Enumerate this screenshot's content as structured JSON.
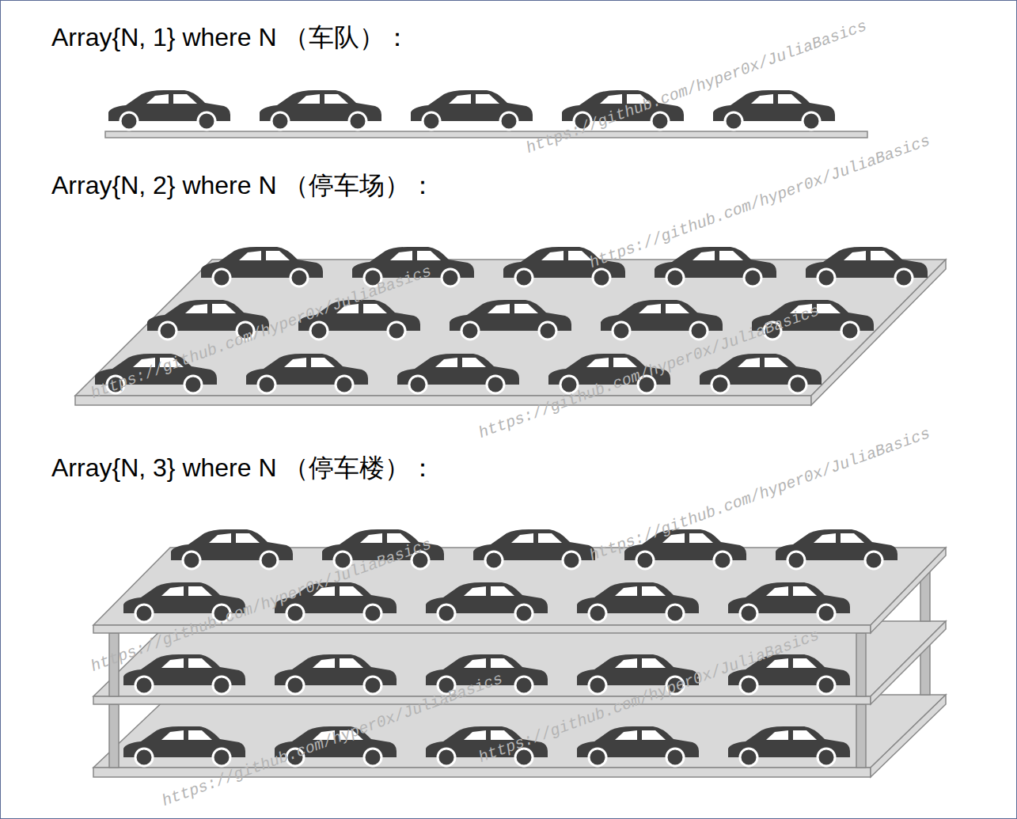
{
  "diagram": {
    "labels": [
      "Array{N, 1} where N （车队）：",
      "Array{N, 2} where N （停车场）：",
      "Array{N, 3} where N （停车楼）：",
      "https://github.com/hyper0x/JuliaBasics",
      "https://github.com/hyper0x/JuliaBasics",
      "https://github.com/hyper0x/JuliaBasics",
      "https://github.com/hyper0x/JuliaBasics",
      "https://github.com/hyper0x/JuliaBasics",
      "https://github.com/hyper0x/JuliaBasics",
      "https://github.com/hyper0x/JuliaBasics",
      "https://github.com/hyper0x/JuliaBasics"
    ]
  }
}
